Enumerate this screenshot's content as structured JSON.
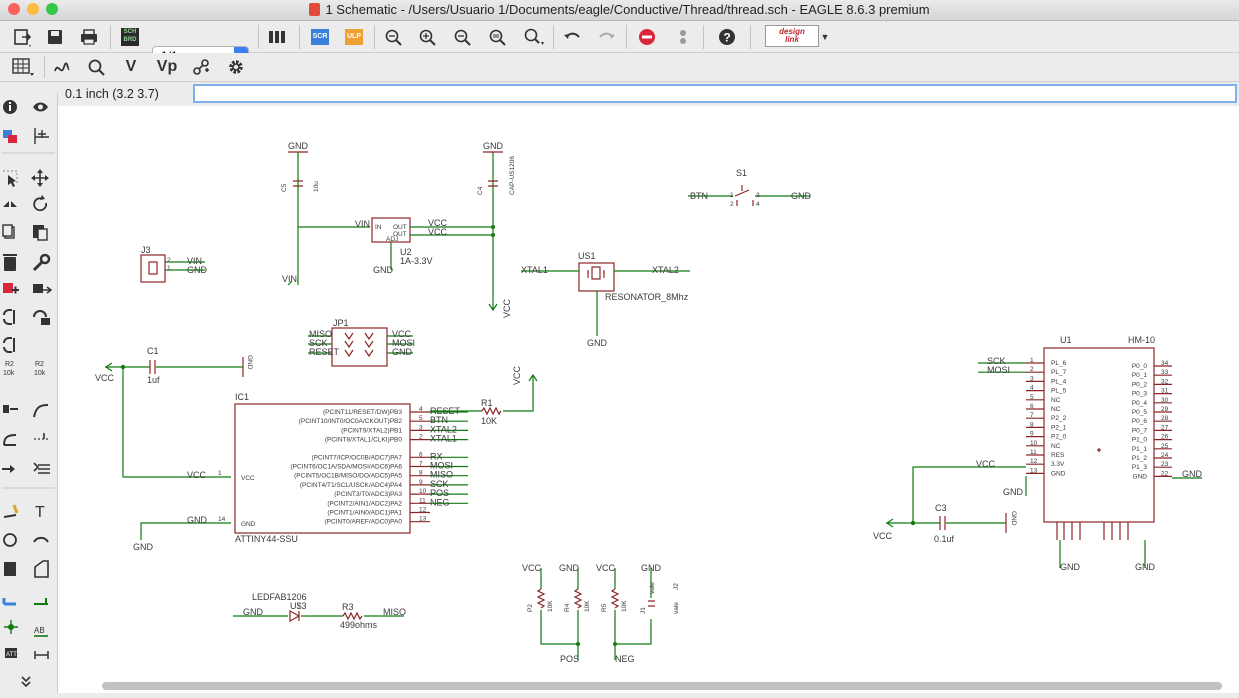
{
  "window": {
    "title": "1 Schematic - /Users/Usuario 1/Documents/eagle/Conductive/Thread/thread.sch - EAGLE 8.6.3 premium",
    "traffic_light_colors": [
      "#fc615d",
      "#fdbc40",
      "#34c84a"
    ]
  },
  "toolbar": {
    "sch_label": "SCH\nBRD",
    "sheet_value": "1/1",
    "scr_label": "SCR",
    "ulp_label": "ULP",
    "designlink_label": "design link"
  },
  "toolbar2": {
    "v_label": "V",
    "vp_label": "Vp"
  },
  "commandbar": {
    "grid_status": "0.1 inch (3.2 3.7)",
    "command_value": ""
  },
  "sidebar": {
    "r2_label": "R2",
    "r2_value": "10k",
    "text_tool": "T",
    "attr_label": "ATT",
    "ab_label": "AB"
  },
  "schematic": {
    "colors": {
      "net": "#127a12",
      "symbol": "#8c2626",
      "text": "#3a3a3a"
    },
    "labels": {
      "gnd": "GND",
      "vcc": "VCC",
      "vin": "VIN",
      "c5": "C5",
      "c5_value": "10u",
      "c4": "C4",
      "c4_value": "CAP-US1206",
      "vin_pin": "VIN",
      "out1": "OUT",
      "out2": "OUT",
      "in": "IN",
      "adj": "ADJ",
      "u2": "U2",
      "u2_value": "1A-3.3V",
      "vcc1": "VCC",
      "vcc2": "VCC",
      "s1": "S1",
      "btn": "BTN",
      "s1_1": "1",
      "s1_2": "2",
      "s1_3": "3",
      "s1_4": "4",
      "us1": "US1",
      "xtal1": "XTAL1",
      "xtal2": "XTAL2",
      "resonator": "RESONATOR_8Mhz",
      "j3": "J3",
      "j3_2": "2",
      "j3_1": "1",
      "jp1": "JP1",
      "miso": "MISO",
      "sck": "SCK",
      "reset": "RESET",
      "mosi": "MOSI",
      "c1": "C1",
      "c1_value": "1uf",
      "ic1": "IC1",
      "ic1_value": "ATTINY44-SSU",
      "ic1_pins": [
        {
          "name": "(PCINT11/RESET/DW)PB3",
          "num": "4",
          "net": "RESET"
        },
        {
          "name": "(PCINT10/INT0/OC0A/CKOUT)PB2",
          "num": "5",
          "net": "BTN"
        },
        {
          "name": "(PCINT9/XTAL2)PB1",
          "num": "3",
          "net": "XTAL2"
        },
        {
          "name": "(PCINT8/XTAL1/CLKI)PB0",
          "num": "2",
          "net": "XTAL1"
        },
        {
          "name": "(PCINT7/ICP/OC0B/ADC7)PA7",
          "num": "6",
          "net": "RX"
        },
        {
          "name": "(PCINT6/OC1A/SDA/MOSI/ADC6)PA6",
          "num": "7",
          "net": "MOSI"
        },
        {
          "name": "(PCINT5/OC1B/MISO/DO/ADC5)PA5",
          "num": "8",
          "net": "MISO"
        },
        {
          "name": "(PCINT4/T1/SCL/USCK/ADC4)PA4",
          "num": "9",
          "net": "SCK"
        },
        {
          "name": "(PCINT3/T0/ADC3)PA3",
          "num": "10",
          "net": "POS"
        },
        {
          "name": "(PCINT2/AIN1/ADC2)PA2",
          "num": "11",
          "net": "NEG"
        },
        {
          "name": "(PCINT1/AIN0/ADC1)PA1",
          "num": "12",
          "net": ""
        },
        {
          "name": "(PCINT0/AREF/ADC0)PA0",
          "num": "13",
          "net": ""
        }
      ],
      "ic1_vcc": "VCC",
      "ic1_gnd": "GND",
      "ic1_vcc_num": "1",
      "ic1_gnd_num": "14",
      "r1": "R1",
      "r1_value": "10K",
      "u1": "U1",
      "hm10": "HM-10",
      "u1_left": [
        {
          "pin": "1",
          "name": "PL_6",
          "net": "SCK"
        },
        {
          "pin": "2",
          "name": "PL_7",
          "net": "MOSI"
        },
        {
          "pin": "3",
          "name": "PL_4",
          "net": ""
        },
        {
          "pin": "4",
          "name": "PL_5",
          "net": ""
        },
        {
          "pin": "5",
          "name": "NC",
          "net": ""
        },
        {
          "pin": "6",
          "name": "NC",
          "net": ""
        },
        {
          "pin": "7",
          "name": "P2_2",
          "net": ""
        },
        {
          "pin": "8",
          "name": "P2_1",
          "net": ""
        },
        {
          "pin": "9",
          "name": "P2_0",
          "net": ""
        },
        {
          "pin": "10",
          "name": "NC",
          "net": ""
        },
        {
          "pin": "11",
          "name": "RES",
          "net": ""
        },
        {
          "pin": "12",
          "name": "3.3V",
          "net": "VCC"
        },
        {
          "pin": "13",
          "name": "GND",
          "net": "GND"
        }
      ],
      "u1_right": [
        {
          "pin": "34",
          "name": "P0_0"
        },
        {
          "pin": "33",
          "name": "P0_1"
        },
        {
          "pin": "32",
          "name": "P0_2"
        },
        {
          "pin": "31",
          "name": "P0_3"
        },
        {
          "pin": "30",
          "name": "P0_4"
        },
        {
          "pin": "29",
          "name": "P0_5"
        },
        {
          "pin": "28",
          "name": "P0_6"
        },
        {
          "pin": "27",
          "name": "P0_7"
        },
        {
          "pin": "26",
          "name": "P1_0"
        },
        {
          "pin": "25",
          "name": "P1_1"
        },
        {
          "pin": "24",
          "name": "P1_2"
        },
        {
          "pin": "23",
          "name": "P1_3"
        },
        {
          "pin": "22",
          "name": "GND"
        }
      ],
      "u1_right_net": "GND",
      "c3": "C3",
      "c3_value": "0.1uf",
      "led": "LEDFAB1206",
      "u3": "U$3",
      "r3": "R3",
      "r3_value": "499ohms",
      "p2": "P2",
      "p2_value": "10K",
      "r4": "R4",
      "r4_value": "10K",
      "r5": "R5",
      "r5_value": "10K",
      "j1": "J1",
      "j1_value": "vale",
      "j2": "J2",
      "j2_value": "vale",
      "pos": "POS",
      "neg": "NEG"
    }
  }
}
